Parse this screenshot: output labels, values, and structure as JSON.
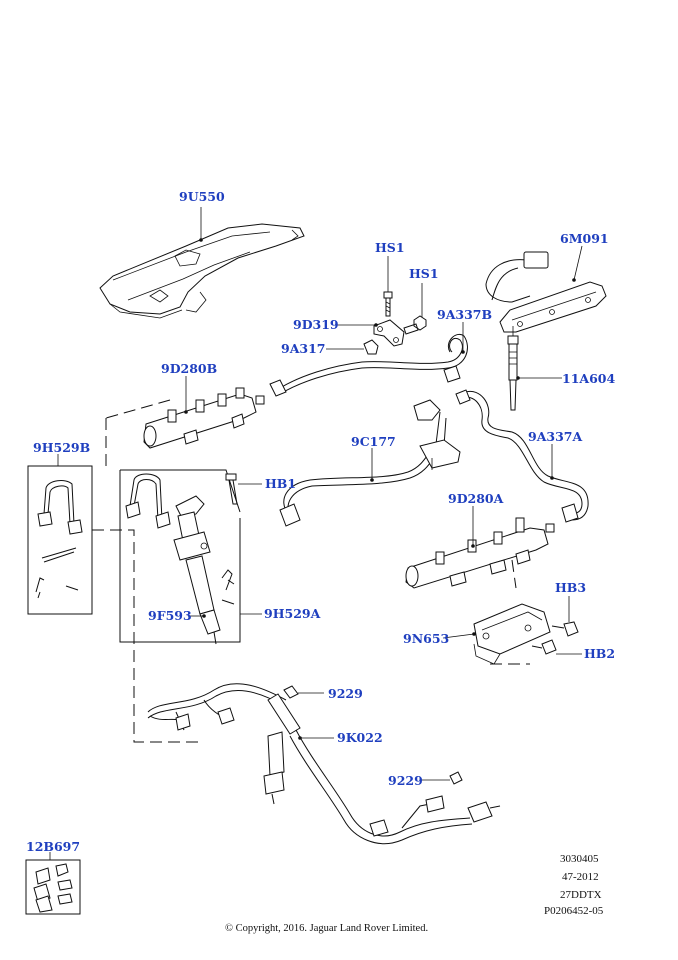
{
  "labels": {
    "cover": "9U550",
    "bolt_hs1_a": "HS1",
    "bolt_hs1_b": "HS1",
    "sensor_lead": "6M091",
    "bracket": "9D319",
    "clip": "9A317",
    "pipe_9a337b": "9A337B",
    "rail_9d280b": "9D280B",
    "glow_plug": "11A604",
    "return_pipe": "9C177",
    "pipe_9a337a": "9A337A",
    "injector_kit": "9H529B",
    "bolt_hb1": "HB1",
    "rail_9d280a": "9D280A",
    "injector": "9F593",
    "injector_set": "9H529A",
    "bolt_hb3": "HB3",
    "rail_bracket": "9N653",
    "bolt_hb2": "HB2",
    "clip_9229_a": "9229",
    "leak_off_hose": "9K022",
    "clip_9229_b": "9229",
    "fittings_kit": "12B697"
  },
  "reference": {
    "line1": "3030405",
    "line2": "47-2012",
    "line3": "27DDTX",
    "line4": "P0206452-05"
  },
  "copyright": "© Copyright, 2016. Jaguar Land Rover Limited.",
  "colors": {
    "label": "#1f3fbf",
    "line": "#111111"
  }
}
